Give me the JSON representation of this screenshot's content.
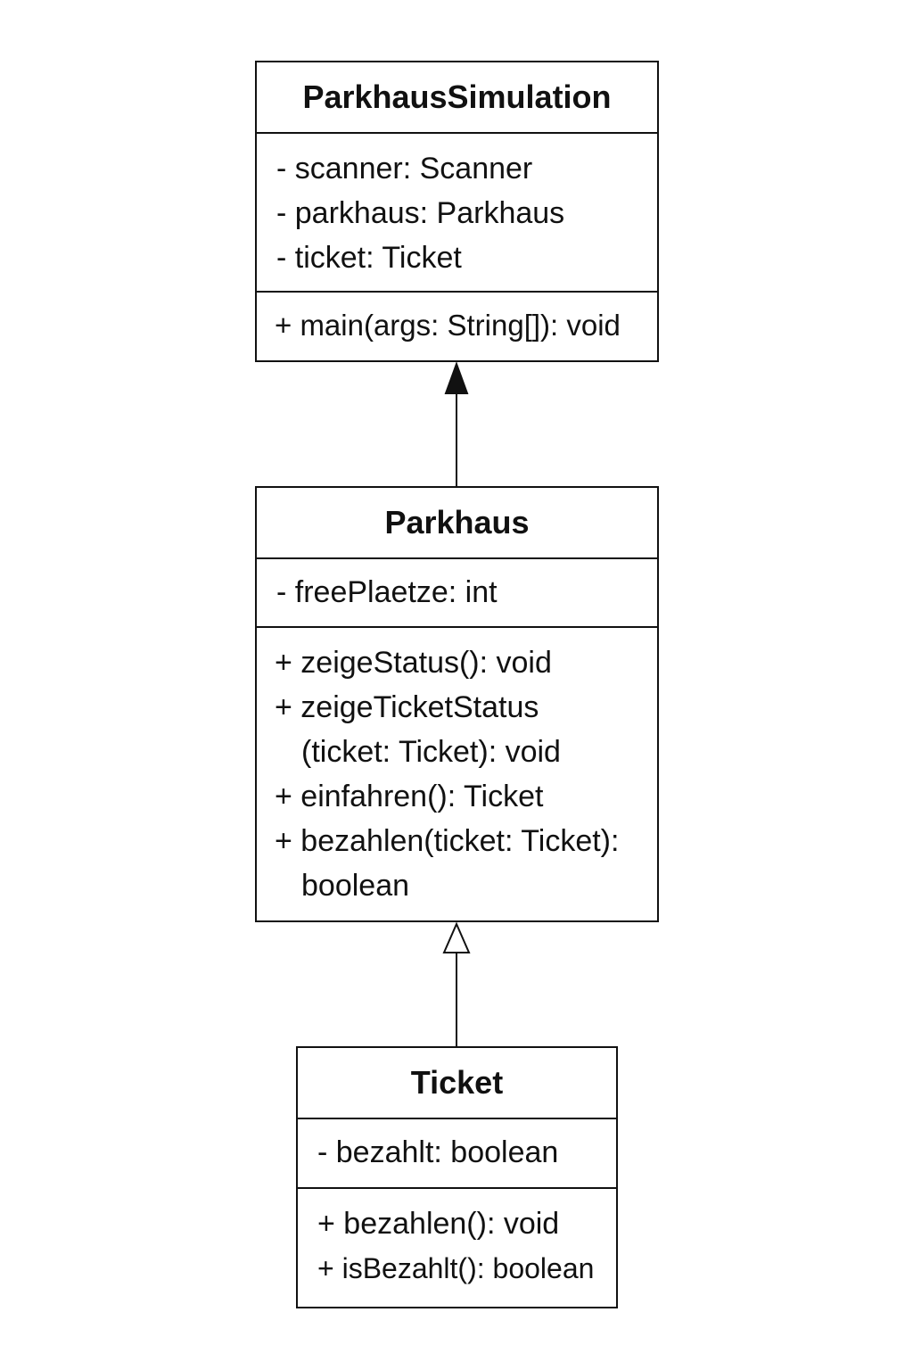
{
  "classes": {
    "simulation": {
      "name": "ParkhausSimulation",
      "attributes": [
        "- scanner: Scanner",
        "- parkhaus: Parkhaus",
        "- ticket: Ticket"
      ],
      "methods": [
        "+ main(args: String[]): void"
      ]
    },
    "parkhaus": {
      "name": "Parkhaus",
      "attributes": [
        "- freePlaetze: int"
      ],
      "methods": [
        "+ zeigeStatus(): void",
        "+ zeigeTicketStatus",
        "(ticket: Ticket): void",
        "+ einfahren(): Ticket",
        "+ bezahlen(ticket: Ticket):",
        "boolean"
      ]
    },
    "ticket": {
      "name": "Ticket",
      "attributes": [
        "- bezahlt: boolean"
      ],
      "methods": [
        "+ bezahlen(): void",
        "+ isBezahlt(): boolean"
      ]
    }
  },
  "relations": [
    {
      "from": "Parkhaus",
      "to": "ParkhausSimulation",
      "arrowhead": "filled-triangle"
    },
    {
      "from": "Ticket",
      "to": "Parkhaus",
      "arrowhead": "hollow-triangle"
    }
  ],
  "colors": {
    "line": "#111111",
    "background": "#ffffff"
  }
}
